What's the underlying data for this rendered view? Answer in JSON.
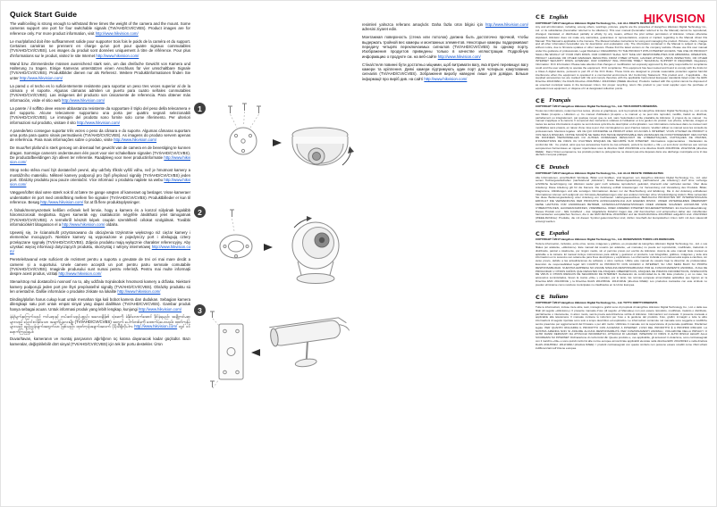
{
  "brand": {
    "name": "HIKVISION"
  },
  "colors": {
    "brand_red": "#e4002b",
    "link_blue": "#0b50d0"
  },
  "ce_mark": "CE",
  "left_column": {
    "title": "Quick Start Guide",
    "paragraphs": [
      {
        "lang": "en",
        "before": "The wall/ceiling is strong enough to withstand three times the weight of the camera and the mount. Some cameras support one port for four switchable signals (TVI/AHD/CVI/CVBS). Product images are for reference only. For more product information, visit ",
        "link": "http://www.hikvision.com/",
        "after": ""
      },
      {
        "lang": "fr",
        "before": "Le mur/plafond doit être suffisamment solide pour supporter trois fois le poids de la caméra et du support. Certaines caméras ne prennent en charge qu'un port pour quatre signaux commutables (TVI/AHD/CVI/CVBS). Les images du produit sont données uniquement à titre de référence. Pour plus d'informations sur le produit, visitez le site Internet ",
        "link": "http://www.hikvision.com/",
        "after": ""
      },
      {
        "lang": "de",
        "before": "Wand bzw. Zimmerdecke müssen ausreichend stark sein, um das dreifache Gewicht von Kamera und Halterung zu tragen. Einige Kameras unterstützen einen Anschluss für vier umschaltbare Signale (TVI/AHD/CVI/CVBS). Produktbilder dienen nur als Referenz. Weitere Produktinformationen finden Sie unter ",
        "link": "http://www.hikvision.com/",
        "after": ""
      },
      {
        "lang": "es",
        "before": "La pared o el techo es lo suficientemente resistente para soportar un peso tres veces superior al de la cámara y el soporte. Algunas cámaras admiten un puerto para cuatro señales conmutables (TVI/AHD/CVI/CVBS). Las imágenes del producto son únicamente de referencia. Para obtener más información, visite el sitio web ",
        "link": "http://www.hikvision.com/",
        "after": ""
      },
      {
        "lang": "it",
        "before": "La parete / il soffitto deve essere abbastanza resistente da sopportare il triplo del peso della telecamera e del supporto. Alcune telecamere supportano una porta per quattro segnali selezionabili (TVI/AHD/CVI/CVBS). Le immagini del prodotto sono fornite solo come riferimento. Per ulteriori informazioni sul prodotto, visitare il sito ",
        "link": "http://www.hikvision.com/",
        "after": ""
      },
      {
        "lang": "pt",
        "before": "A parede/teto consegue suportar três vezes o peso da câmara e do suporte. Algumas câmaras suportam uma porta para quatro sinais permutáveis (TVI/AHD/CVI/CVBS). As imagens do produto servem apenas de referência. Para mais informações sobre o produto, visite ",
        "link": "http://www.hikvision.com/",
        "after": ""
      },
      {
        "lang": "nl",
        "before": "De muur/het plafond is sterk genoeg om driemaal het gewicht van de camera en de bevestiging te kunnen dragen. Sommige camera's ondersteunen één poort voor vier schakelbare signalen (TVI/AHD/CVI/CVBS). De productafbeeldingen zijn alleen ter referentie. Raadpleeg voor meer productinformatie ",
        "link": "http://www.hikvision.com/",
        "after": ""
      },
      {
        "lang": "cs",
        "before": "Strop nebo stěna musí být dostatečně pevné, aby udržely třikrát vyšší váhu, než je hmotnost kamery a montážního materiálu. Některé kamery podporují pro čtyři přepínací signály (TVI/AHD/CVI/CVBS) jeden port. Obrázky produktu jsou pouze orientační. Více informací o produktu najdete na webu ",
        "link": "http://www.hikvision.com/",
        "after": ""
      },
      {
        "lang": "da",
        "before": "Væggen/loftet skal være stærk nok til at bære tre gange vægten af kameraet og beslaget. Visse kameraer understøtter én port med omskiftning mellem fire signaler (TVI/AHD/CVI/CVBS). Produktbilleder er kun til reference. Besøg ",
        "link": "http://www.hikvision.com/",
        "after": " for at få flere produktoplysninger."
      },
      {
        "lang": "hu",
        "before": "A falnak/mennyezetnek kellően erősnek kell lennie, hogy a kamera és a konzol súlyának legalább háromszorosát megtartsa. Egyes kamerák egy csatlakozón négyféle átváltható jelet támogatnak (TVI/AHD/CVI/CVBS). A termékről készült képek csupán szemléltető célokat szolgálnak. További információkért látogasson el a ",
        "link": "http://www.hikvision.com/",
        "after": " oldalra."
      },
      {
        "lang": "pl",
        "before": "Upewnij się, że ściana/sufit przystosowano do obciążenia trzykrotnie większego niż ciężar kamery i elementów mocujących. Niektóre kamery są wyposażone w pojedynczy port i obsługują cztery przełączane sygnały (TVI/AHD/CVI/CVBS). Zdjęcia produktu mają wyłącznie charakter referencyjny. Aby uzyskać więcej informacji dotyczących produktu, skorzystaj z witryny internetowej ",
        "link": "http://www.hikvision.com/",
        "after": ""
      },
      {
        "lang": "ro",
        "before": "Peretele/tavanul este suficient de rezistent pentru a suporta o greutate de trei ori mai mare decât a camerei și a suportului. Unele camere acceptă un port pentru patru semnale comutabile (TVI/AHD/CVI/CVBS). Imaginile produsului sunt numai pentru referință. Pentru mai multe informații despre acest produs, vizitați ",
        "link": "http://www.hikvision.com/",
        "after": ""
      },
      {
        "lang": "sk",
        "before": "Stena/strop má dostatočnú nosnosť na to, aby udržala trojnásobok hmotnosti kamery a držiaka. Niektoré kamery podporujú jeden port pre štyri prepínateľné signály (TVI/AHD/CVI/CVBS). Obrázky produktu sú len orientačné. Ďalšie informácie o produkte získate na lokalite ",
        "link": "http://www.hikvision.com/",
        "after": ""
      },
      {
        "lang": "id",
        "before": "Dinding/plafon harus cukup kuat untuk menahan tiga kali bobot kamera dan dudukan. Sebagian kamera dilengkapi satu port untuk empat sinyal yang dapat dialihkan (TVI/AHD/CVI/CVBS). Gambar produk hanya sebagai acuan. Untuk informasi produk yang lebih lengkap, kunjungi ",
        "link": "http://www.hikvision.com/",
        "after": ""
      },
      {
        "lang": "my",
        "before": "နံရံ/မျက်နှာကြက်သည် ကင်မရာနှင့် တပ်ဆင်သည့်ပစ္စည်း အလေးချိန်၏ သုံးဆကို ခံနိုင်လောက်အောင် ခိုင်ခံ့ရမည်။ အချို့ကင်မရာများသည် ပြောင်းလဲနိုင်သော အချက်ပြလေးမျိုး (TVI/AHD/CVI/CVBS) အတွက် ပေါက်တစ်ခုကို ထောက်ပံ့ပေးသည်။ ထုတ်ကုန်ပုံများသည် ရည်ညွှန်းချက်အတွက်သာ ဖြစ်သည်။ ထုတ်ကုန်အချက်အလက် ပိုမိုသိရှိလိုပါက ",
        "link": "http://www.hikvision.com/",
        "after": " တွင် ဝင်ရောက်ကြည့်ရှုပါ။"
      },
      {
        "lang": "tr",
        "before": "Duvar/tavan, kameranın ve montaj parçasının ağırlığının üç katına dayanacak kadar güçlüdür. Bazı kameralar, değiştirilebilir dört sinyal (TVI/AHD/CVI/CVBS) için tek bir portu destekler. Ürün",
        "link": "",
        "after": ""
      }
    ]
  },
  "mid_column": {
    "paragraphs": [
      {
        "lang": "tr-continued",
        "before": "resimleri yalnızca referans amaçlıdır. Daha fazla ürün bilgisi için ",
        "link": "http://www.hikvision.com/",
        "after": " adresini ziyaret edin."
      },
      {
        "lang": "ru",
        "before": "Монтажная поверхность (стена или потолок) должна быть достаточно прочной, чтобы выдержать тройной вес камеры и монтажных элементов. Некоторые камеры поддерживают передачу четырёх переключаемых сигналов (TVI/AHD/CVI/CVBS) по одному порту. Изображения продуктов приведены только в качестве иллюстрации. Подробную информацию о продукте см. на веб-сайте ",
        "link": "http://www.hikvision.com/",
        "after": ""
      },
      {
        "lang": "uk",
        "before": "Стіна/стеля повинні бути достатньо міцними, щоб витримати вагу, яка втричі перевищує вагу камери та кріплення. Деякі камери підтримують один порт для чотирьох комутованих сигналів (TVI/AHD/CVI/CVBS). Зображення виробу наведені лише для довідки. Більше інформації про виріб див. на сайті ",
        "link": "http://www.hikvision.com/",
        "after": ""
      }
    ]
  },
  "steps": [
    {
      "number": "1",
      "icon": "dome-camera-install-diagram"
    },
    {
      "number": "2",
      "icon": "turret-camera-install-diagram"
    },
    {
      "number": "3",
      "icon": "bullet-camera-install-diagram"
    }
  ],
  "legal_sections": [
    {
      "title": "English",
      "copyright": "COPYRIGHT ©2017 Hangzhou Hikvision Digital Technology Co., Ltd. ALL RIGHTS RESERVED.",
      "body": "Any and all information, including, among others, wordings, pictures, graphs are the properties of Hangzhou Hikvision Digital Technology Co., Ltd. or its subsidiaries (hereinafter referred to be Hikvision). This user manual (hereinafter referred to be the Manual) cannot be reproduced, changed, translated, or distributed, partially or wholly, by any means, without the prior written permission of Hikvision. Unless otherwise stipulated, Hikvision does not make any warranties, guarantees or representations, express or implied, regarding to the Manual. About this Manual: This Manual is applicable to the Camera. The Manual includes instructions for using and managing the product. Pictures, charts, images and all other information hereinafter are for description and explanation only. The information contained in the Manual is subject to change, without notice, due to firmware updates or other reasons. Please find the latest version on the company website. Please use this user manual under the guidance of professionals. Legal Disclaimer: REGARDING TO THE PRODUCT WITH INTERNET ACCESS, THE USE OF PRODUCT SHALL BE WHOLLY AT YOUR OWN RISKS. OUR COMPANY SHALL NOT TAKE ANY RESPONSIBILITIES FOR ABNORMAL OPERATION, PRIVACY LEAKAGE OR OTHER DAMAGES RESULTING FROM CYBER ATTACK, HACKER ATTACK, VIRUS INSPECTION, OR OTHER INTERNET SECURITY RISKS; HOWEVER, OUR COMPANY WILL PROVIDE TIMELY TECHNICAL SUPPORT IF REQUIRED. Regulatory Information: FCC Information: Please take attention that changes or modification not expressly approved by the party responsible for compliance could void the user authority to operate the equipment. FCC compliance: This equipment has been tested and found to comply with the limits for a Class A digital device, pursuant to part 15 of the FCC Rules. These limits are designed to provide reasonable protection against harmful interference when the equipment is operated in a commercial environment. EU Conformity Statement: This product and - if applicable - the supplied accessories too are marked with CE and comply therefore with the applicable harmonized European standards listed under the EMC Directive 2014/30/EU, the RoHS Directive 2011/65/EU. 2012/19/EU (WEEE directive): Products marked with this symbol cannot be disposed of as unsorted municipal waste in the European Union. For proper recycling, return this product to your local supplier upon the purchase of equivalent new equipment, or dispose of it at designated collection points."
    },
    {
      "title": "Français",
      "copyright": "COPYRIGHT ©2017 Hangzhou Hikvision Digital Technology Co., Ltd. TOUS DROITS RÉSERVÉS.",
      "body": "Toutes les informations, notamment les textes, photos et graphiques, sont la propriété de Hangzhou Hikvision Digital Technology Co., Ltd. ou de ses filiales (ci-après « Hikvision »). Ce manuel d'utilisation (ci-après « le manuel ») ne peut être reproduit, modifié, traduit ou distribué, partiellement ou intégralement, par quelque moyen que ce soit, sans l'autorisation écrite préalable de Hikvision. À propos de ce manuel : Ce manuel s'applique à la caméra. Il comprend des instructions relatives à l'utilisation et à la gestion du produit. Les photos, schémas, images et toutes les autres informations ci-après ne sont donnés qu'à titre de description et d'explication. Les informations contenues dans ce manuel sont modifiables sans préavis, en raison d'une mise à jour d'un micrologiciel ou pour d'autres raisons. Veuillez utiliser ce manuel sous les conseils de professionnels. Mentions légales : EN CE QUI CONCERNE LE PRODUIT AVEC UN ACCÈS À INTERNET, VOUS UTILISEZ CE PRODUIT À VOS SEULS RISQUES. NOTRE SOCIÉTÉ NE SERA PAS TENUE RESPONSABLE DES ANOMALIES DE FONCTIONNEMENT, DES FUITES DE DONNÉES PERSONNELLES OU AUTRES DOMMAGES RÉSULTANT DE CYBERATTAQUES, D'ATTAQUES DE PIRATES, D'INSPECTIONS DE VIRUS OU D'AUTRES RISQUES DE SÉCURITÉ SUR INTERNET. Informations réglementaires : Déclaration de conformité UE : Ce produit, ainsi que les accessoires fournis (le cas échéant), portent la mention « CE » et sont donc conformes aux normes européennes harmonisées en vigueur répertoriées sous la directive CEM 2014/30/UE et la directive RoHS 2011/65/UE. 2012/19/UE (directive DEEE) : Dans l'Union européenne, les produits portant ce pictogramme ne doivent pas être déposés dans une décharge municipale où le tri des déchets n'est pas pratiqué."
    },
    {
      "title": "Deutsch",
      "copyright": "COPYRIGHT ©2017 Hangzhou Hikvision Digital Technology Co., Ltd. ALLE RECHTE VORBEHALTEN.",
      "body": "Alle Informationen, einschließlich Wortlaute, Bilder und Grafiken, sind Eigentum von Hangzhou Hikvision Digital Technology Co., Ltd. oder seinen Tochtergesellschaften (nachstehend „Hikvision“). Diese Bedienungsanleitung (nachstehend „die Anleitung“) darf ohne vorherige schriftliche Genehmigung von Hikvision weder ganz noch teilweise reproduziert, geändert, übersetzt oder verbreitet werden. Über diese Anleitung: Diese Anleitung gilt für die Kamera. Die Anleitung enthält Anweisungen zur Verwendung und Verwaltung des Produkts. Bilder, Diagramme, Abbildungen und alle sonstigen Informationen dienen nur der Beschreibung und Erklärung. Die in der Anleitung enthaltenen Informationen können sich aufgrund von Firmware-Aktualisierungen oder aus anderen Gründen ohne Vorankündigung ändern. Bitte verwenden Sie diese Bedienungsanleitung unter Anleitung von Fachleuten. Haftungsausschluss: BEZÜGLICH PRODUKTEN MIT INTERNETZUGANG ERFOLGT DIE VERWENDUNG DER PRODUKTE AUSSCHLIESSLICH AUF EIGENES RISIKO. UNSER UNTERNEHMEN ÜBERNIMMT KEINE HAFTUNG FÜR ANORMALEN BETRIEB, DATENSCHUTZVERLETZUNGEN ODER ANDERE SCHÄDEN AUFGRUND VON CYBERATTACKEN, HACKERANGRIFFEN, VIRENBEFALL ODER ANDEREN INTERNET-SICHERHEITSRISIKEN. EU-Konformitätserklärung: Dieses Produkt und – falls zutreffend – das mitgelieferte Zubehör tragen das „CE“-Kennzeichen und entsprechen daher den zutreffenden harmonisierten europäischen Normen, die in der EMV-Richtlinie 2014/30/EU und der RoHS-Richtlinie 2011/65/EU aufgeführt sind. 2012/19/EU (WEEE-Richtlinie): Produkte, die mit diesem Symbol gekennzeichnet sind, dürfen innerhalb der Europäischen Union nicht mit dem Hausmüll entsorgt werden."
    },
    {
      "title": "Español",
      "copyright": "COPYRIGHT ©2017 Hangzhou Hikvision Digital Technology Co., Ltd. RESERVADOS TODOS LOS DERECHOS.",
      "body": "Toda la información, incluidos, entre otros, textos, imágenes y gráficos, es propiedad de Hangzhou Hikvision Digital Technology Co., Ltd. o sus filiales (en adelante, «Hikvision»). Este manual del usuario (en adelante, «el manual») no puede ser reproducido, modificado, traducido ni distribuido, parcial o totalmente, por ningún medio, sin el permiso previo por escrito de Hikvision. Acerca de este manual: Este manual es aplicable a la cámara. El manual incluye instrucciones para utilizar y gestionar el producto. Las fotografías, gráficos, imágenes y toda otra información en lo sucesivo son solamente para fines descriptivos y explicativos. La información incluida en el manual está sujeta a cambios, sin aviso previo, debido a las actualizaciones de software u otros motivos. Utilice este manual de usuario bajo la dirección de profesionales. Exención de responsabilidad legal: EN CUANTO AL PRODUCTO CON ACCESO A INTERNET, SU USO SERÁ BAJO SU PROPIA RESPONSABILIDAD. NUESTRA EMPRESA NO ASUME NINGUNA RESPONSABILIDAD POR EL FUNCIONAMIENTO ANORMAL, FUGA DE PRIVACIDAD U OTROS DAÑOS QUE RESULTEN DE ATAQUES CIBERNÉTICOS, ATAQUES DE PIRATAS INFORMÁTICOS, INSPECCIÓN DE VIRUS U OTROS RIESGOS DE SEGURIDAD DE INTERNET. Declaración de conformidad de la UE: Este producto y, en su caso, los accesorios suministrados, llevan la marca «CE» y cumplen, por lo tanto, las normas europeas armonizadas aplicables que figuran en la Directiva EMC 2014/30/UE y la Directiva RoHS 2011/65/UE. 2012/19/UE (directiva RAEE): Los productos marcados con este símbolo no pueden eliminarse como residuos municipales no clasificados en la Unión Europea."
    },
    {
      "title": "Italiano",
      "copyright": "COPYRIGHT ©2017 Hangzhou Hikvision Digital Technology Co., Ltd. TUTTI I DIRITTI RISERVATI.",
      "body": "Tutte le informazioni, incluse tra le altre, testi, immagini e grafici sono di proprietà di Hangzhou Hikvision Digital Technology Co., Ltd. o delle sue filiali (di seguito «Hikvision»). Il presente manuale d'uso (di seguito «il Manuale») non può essere riprodotto, modificato, tradotto o distribuito, parzialmente o interamente, in alcun modo, senza previa autorizzazione scritta di Hikvision. Informazioni sul manuale: Il presente manuale è applicabile alla telecamera. Il manuale contiene le istruzioni per l'uso e la gestione del prodotto. Foto, grafici, immagini e tutte le altre informazioni di seguito riportate sono solo a scopo descrittivo ed esplicativo. Le informazioni contenute nel manuale sono soggette a modifiche senza preavviso per aggiornamenti del firmware o per altri motivi. Utilizzare il manuale con la supervisione di personale qualificato. Disclaimer legale: PER QUANTO RIGUARDA IL PRODOTTO CON ACCESSO A INTERNET, L'USO DEL PRODOTTO È A PROPRIO RISCHIO. LA NOSTRA AZIENDA NON SI ASSUME ALCUNA RESPONSABILITÀ PER FUNZIONAMENTI ANOMALI, VIOLAZIONE DELLA PRIVACY O ALTRI DANNI DERIVANTI DA ATTACCHI INFORMATICI, ATTACCHI DI HACKER, ISPEZIONI DI VIRUS O ALTRI RISCHI LEGATI ALLA SICUREZZA SU INTERNET. Dichiarazione di conformità UE: Questo prodotto e, ove applicabile, gli accessori in dotazione, sono contrassegnati con il marchio «CE» e sono quindi conformi alle norme europee armonizzate applicabili elencate nella direttiva EMC 2014/30/EU e nella direttiva RoHS 2011/65/EU. 2012/19/EU (direttiva RAEE): I prodotti contrassegnati con questo simbolo non possono essere smaltiti come rifiuti urbani indifferenziati nell'Unione europea."
    }
  ]
}
